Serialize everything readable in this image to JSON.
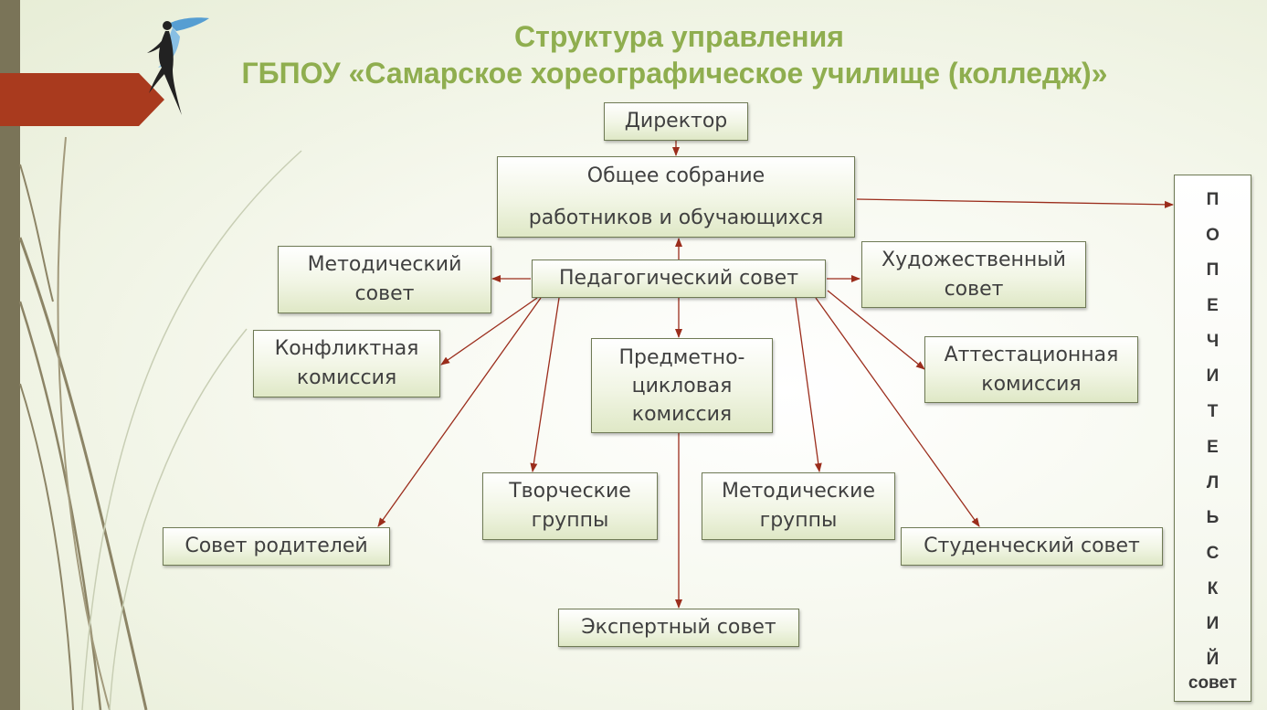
{
  "title": {
    "line1": "Структура управления",
    "line2": "ГБПОУ «Самарское хореографическое училище (колледж)»"
  },
  "nodes": {
    "director": "Директор",
    "general_meeting": "Общее собрание\nработников и обучающихся",
    "pedagogical_council": "Педагогический совет",
    "methodical_council": "Методический\nсовет",
    "artistic_council": "Художественный\nсовет",
    "conflict_commission": "Конфликтная\nкомиссия",
    "subject_cycle_commission": "Предметно-\nцикловая\nкомиссия",
    "attestation_commission": "Аттестационная\nкомиссия",
    "creative_groups": "Творческие\nгруппы",
    "methodical_groups": "Методические\nгруппы",
    "parents_council": "Совет родителей",
    "student_council": "Студенческий совет",
    "expert_council": "Экспертный совет"
  },
  "board": {
    "letters": [
      "П",
      "О",
      "П",
      "Е",
      "Ч",
      "И",
      "Т",
      "Е",
      "Л",
      "Ь",
      "С",
      "К",
      "И",
      "Й"
    ],
    "word": "совет"
  },
  "colors": {
    "title": "#8fae4f",
    "arrow": "#9b2d1c",
    "banner": "#a93a1e",
    "sidebar": "#7a7458"
  }
}
